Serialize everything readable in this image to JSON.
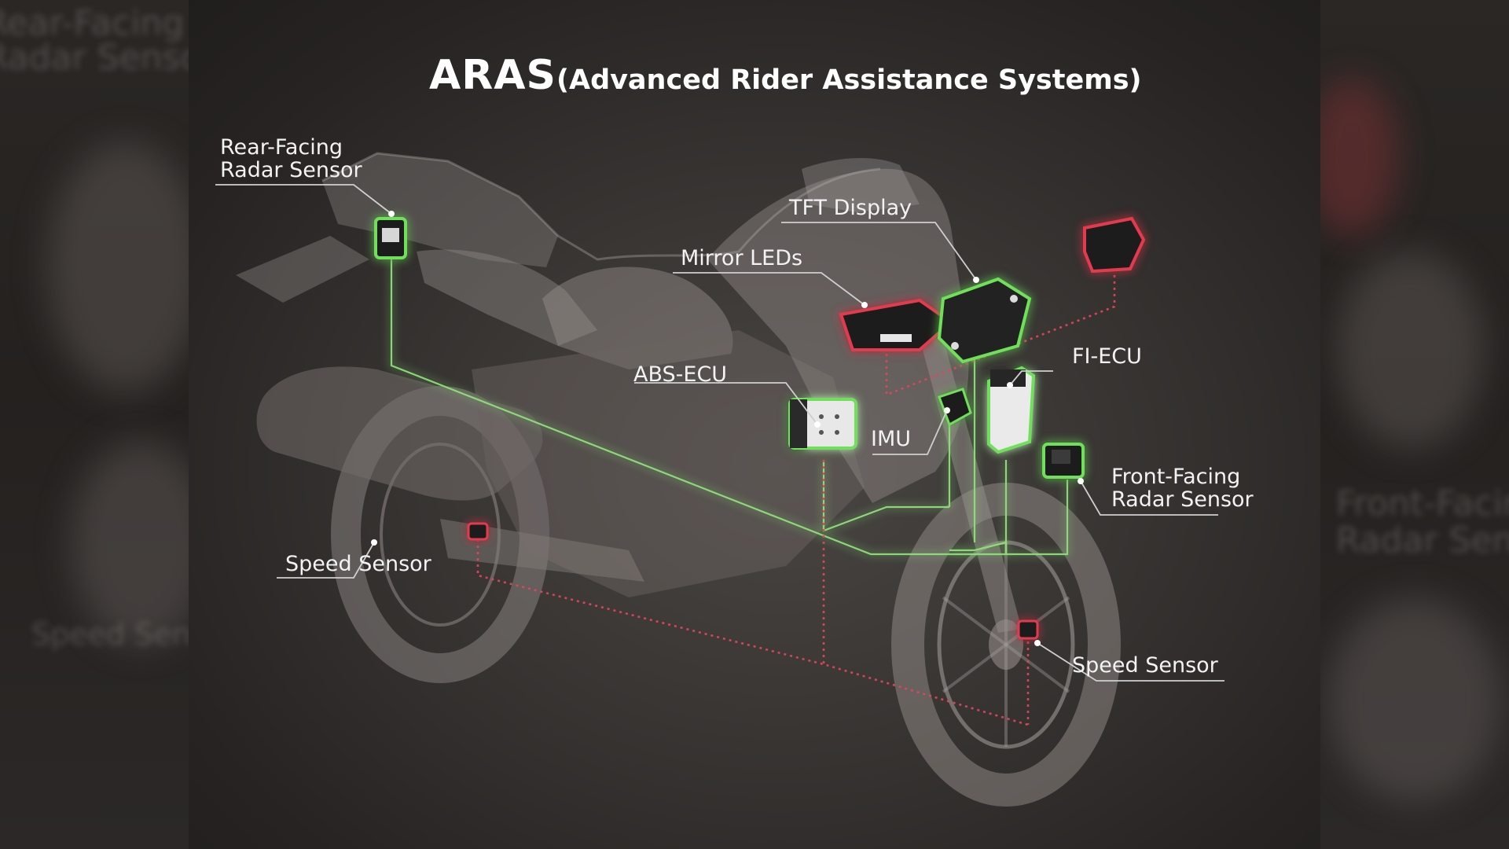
{
  "title": {
    "main": "ARAS",
    "sub": "(Advanced Rider Assistance Systems)"
  },
  "labels": {
    "rear_radar": [
      "Rear-Facing",
      "Radar Sensor"
    ],
    "tft_display": "TFT Display",
    "mirror_leds": "Mirror LEDs",
    "fi_ecu": "FI-ECU",
    "abs_ecu": "ABS-ECU",
    "imu": "IMU",
    "front_radar": [
      "Front-Facing",
      "Radar Sensor"
    ],
    "speed_sensor_rear": "Speed Sensor",
    "speed_sensor_front": "Speed Sensor"
  },
  "side_blur_text": {
    "top_left": [
      "Rear-Facing",
      "Radar Sensor"
    ],
    "bottom_left": "Speed Sensor",
    "right": [
      "Front-Facing",
      "Radar Sensor"
    ]
  },
  "colors": {
    "can_line": "#8fe07a",
    "signal_line": "#e0455a",
    "component_glow_green": "#6fe05a",
    "component_glow_red": "#e23b4e",
    "leader_line": "#cfcfcf"
  }
}
